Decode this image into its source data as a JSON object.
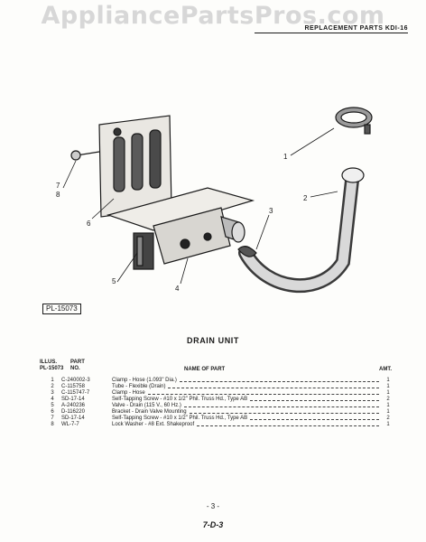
{
  "watermark": "AppliancePartsPros.com",
  "header": "REPLACEMENT PARTS KDI-16",
  "plate_id": "PL-15073",
  "figure_title": "DRAIN UNIT",
  "table": {
    "head_illus_1": "ILLUS.",
    "head_illus_2": "PL-15073",
    "head_part_1": "PART",
    "head_part_2": "NO.",
    "head_name": "NAME OF PART",
    "head_amt": "AMT.",
    "rows": [
      {
        "illus": "1",
        "part": "C-240002-3",
        "name": "Clamp - Hose (1.093\" Dia.)",
        "amt": "1"
      },
      {
        "illus": "2",
        "part": "C-115758",
        "name": "Tube - Flexible (Drain)",
        "amt": "1"
      },
      {
        "illus": "3",
        "part": "C-115747-7",
        "name": "Clamp - Hose",
        "amt": "1"
      },
      {
        "illus": "4",
        "part": "SD-17-14",
        "name": "Self-Tapping Screw - #10 x 1/2\" Phil. Truss Hd., Type AB",
        "amt": "2"
      },
      {
        "illus": "5",
        "part": "A-240236",
        "name": "Valve - Drain (115 V., 60 Hz.)",
        "amt": "1"
      },
      {
        "illus": "6",
        "part": "D-116220",
        "name": "Bracket - Drain Valve Mounting",
        "amt": "1"
      },
      {
        "illus": "7",
        "part": "SD-17-14",
        "name": "Self-Tapping Screw - #10 x 1/2\" Phil. Truss Hd., Type AB",
        "amt": "2"
      },
      {
        "illus": "8",
        "part": "WL-7-7",
        "name": "Lock Washer - #8 Ext. Shakeproof",
        "amt": "1"
      }
    ]
  },
  "callouts": [
    "1",
    "2",
    "3",
    "4",
    "5",
    "6",
    "7",
    "8"
  ],
  "page_number": "- 3 -",
  "page_code": "7-D-3"
}
